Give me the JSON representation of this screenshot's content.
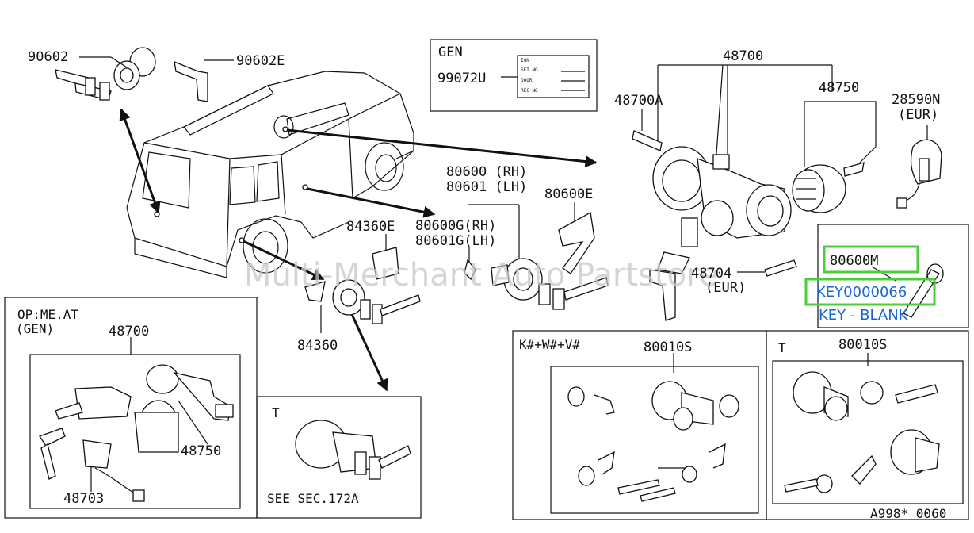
{
  "watermark": "Multi-Merchant Auto Partstore",
  "labels": {
    "p90602": "90602",
    "p90602e": "90602E",
    "gen_title": "GEN",
    "p99072u": "99072U",
    "p48700": "48700",
    "p48700a": "48700A",
    "p48750": "48750",
    "p28590n": "28590N",
    "eur1": "(EUR)",
    "p80600rh": "80600 (RH)",
    "p80601lh": "80601 (LH)",
    "p80600e": "80600E",
    "p84360e": "84360E",
    "p80600grh": "80600G(RH)",
    "p80601glh": "80601G(LH)",
    "p48704": "48704",
    "eur2": "(EUR)",
    "p84360": "84360",
    "p80600m": "80600M",
    "key_code": "KEY0000066",
    "key_blank": "KEY - BLANK",
    "opt_title": "OP:ME.AT",
    "opt_gen": "(GEN)",
    "opt_48700": "48700",
    "opt_48750": "48750",
    "opt_48703": "48703",
    "t1": "T",
    "see_sec": "SEE SEC.172A",
    "kwv_title": "K#+W#+V#",
    "kwv_80010s": "80010S",
    "t2": "T",
    "t2_80010s": "80010S",
    "footer_code": "A998* 0060"
  },
  "gen_label_rows": [
    "IGN",
    "SET  NO",
    "DOOR",
    "REC  NO"
  ],
  "colors": {
    "highlight": "#4ccd3a",
    "part_link": "#1a66d9",
    "line": "#111111"
  }
}
